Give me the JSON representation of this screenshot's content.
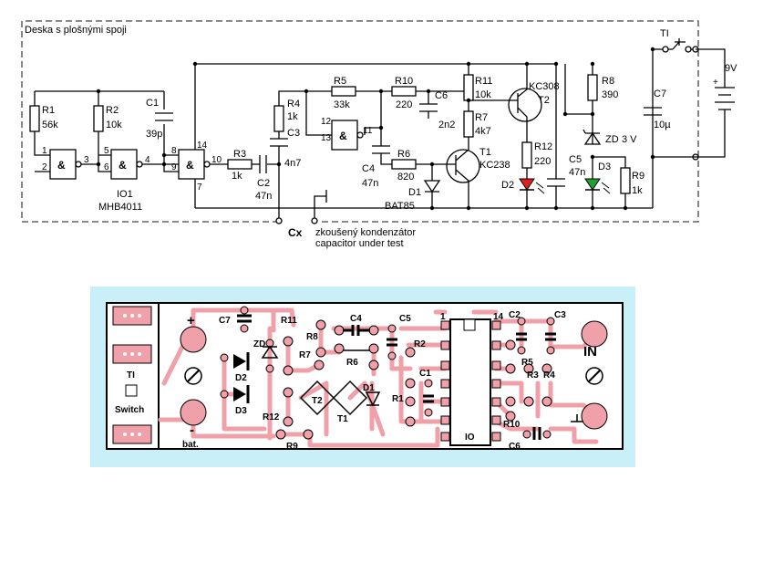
{
  "schematic": {
    "board_title": "Deska s plošnými spoji",
    "supply": "9V",
    "switch": "TI",
    "cx_label": "Cx",
    "test_cz": "zkoušený kondenzátor",
    "test_en": "capacitor under test",
    "ic_name": "IO1",
    "ic_type": "MHB4011",
    "pins": [
      "1",
      "2",
      "3",
      "5",
      "6",
      "4",
      "8",
      "9",
      "14",
      "7",
      "10",
      "12",
      "13",
      "11"
    ],
    "gate_symbol": "&",
    "components": {
      "R1": {
        "ref": "R1",
        "val": "56k"
      },
      "R2": {
        "ref": "R2",
        "val": "10k"
      },
      "C1": {
        "ref": "C1",
        "val": "39p"
      },
      "R3": {
        "ref": "R3",
        "val": "1k"
      },
      "C2": {
        "ref": "C2",
        "val": "47n"
      },
      "R4": {
        "ref": "R4",
        "val": "1k"
      },
      "C3": {
        "ref": "C3",
        "val": "4n7"
      },
      "R5": {
        "ref": "R5",
        "val": "33k"
      },
      "R10": {
        "ref": "R10",
        "val": "220"
      },
      "C6": {
        "ref": "C6",
        "val": "2n2"
      },
      "C4": {
        "ref": "C4",
        "val": "47n"
      },
      "R6": {
        "ref": "R6",
        "val": "820"
      },
      "D1": {
        "ref": "D1",
        "val": "BAT85"
      },
      "R11": {
        "ref": "R11",
        "val": "10k"
      },
      "R7": {
        "ref": "R7",
        "val": "4k7"
      },
      "T1": {
        "ref": "T1",
        "val": "KC238"
      },
      "T2": {
        "ref": "T2",
        "val": "KC308"
      },
      "R12": {
        "ref": "R12",
        "val": "220"
      },
      "D2": {
        "ref": "D2"
      },
      "C5": {
        "ref": "C5",
        "val": "47n"
      },
      "R8": {
        "ref": "R8",
        "val": "390"
      },
      "ZD": {
        "ref": "ZD",
        "val": "3 V"
      },
      "D3": {
        "ref": "D3"
      },
      "R9": {
        "ref": "R9",
        "val": "1k"
      },
      "C7": {
        "ref": "C7",
        "val": "10µ"
      }
    }
  },
  "pcb": {
    "plus": "+",
    "minus": "-",
    "bat": "bat.",
    "in_label": "IN",
    "switch_ti": "TI",
    "switch_label": "Switch",
    "io": "IO",
    "pin1": "1",
    "pin14": "14",
    "refs": {
      "C7": "C7",
      "R11": "R11",
      "ZD": "ZD",
      "D2": "D2",
      "D3": "D3",
      "R8": "R8",
      "C4": "C4",
      "C5": "C5",
      "R7": "R7",
      "R6": "R6",
      "T2": "T2",
      "T1": "T1",
      "D1": "D1",
      "R12": "R12",
      "R9": "R9",
      "R2": "R2",
      "C1": "C1",
      "R1": "R1",
      "C2": "C2",
      "C3": "C3",
      "R5": "R5",
      "R3": "R3",
      "R4": "R4",
      "R10": "R10",
      "C6": "C6"
    }
  },
  "colors": {
    "pcb_background": "#c9eff8",
    "pcb_board": "#ffffff",
    "copper": "#f0a0a8",
    "led_red": "#e02020",
    "led_green": "#20a030",
    "schematic_line": "#000000",
    "dashed_border": "#444444"
  }
}
